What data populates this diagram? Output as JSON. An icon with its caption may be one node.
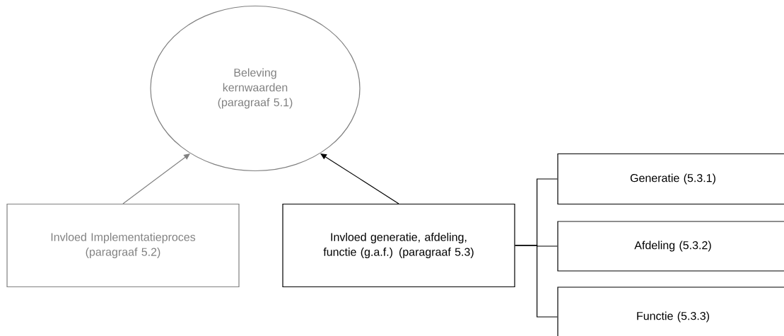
{
  "diagram": {
    "nodes": [
      {
        "text": [
          "Beleving kernwaarden (paragraaf 5.1)"
        ]
      },
      {
        "text": [
          "Invloed Implementatieproces (paragraaf 5.2)"
        ]
      },
      {
        "text": [
          "Invloed generatie, afdeling, functie (g.a.f.) (paragraaf 5.3)"
        ]
      },
      {
        "text": [
          "Generatie (5.3.1)"
        ]
      },
      {
        "text": [
          "Afdeling (5.3.2)"
        ]
      },
      {
        "text": [
          "Functie (5.3.3)"
        ]
      }
    ],
    "edges": [
      {
        "from": 1,
        "to": 0,
        "arrow": "to",
        "color": "#808080"
      },
      {
        "from": 2,
        "to": 0,
        "arrow": "to"
      },
      {
        "from": 2,
        "to": 3,
        "arrow": "none"
      },
      {
        "from": 2,
        "to": 4,
        "arrow": "none"
      },
      {
        "from": 2,
        "to": 5,
        "arrow": "none"
      }
    ]
  }
}
